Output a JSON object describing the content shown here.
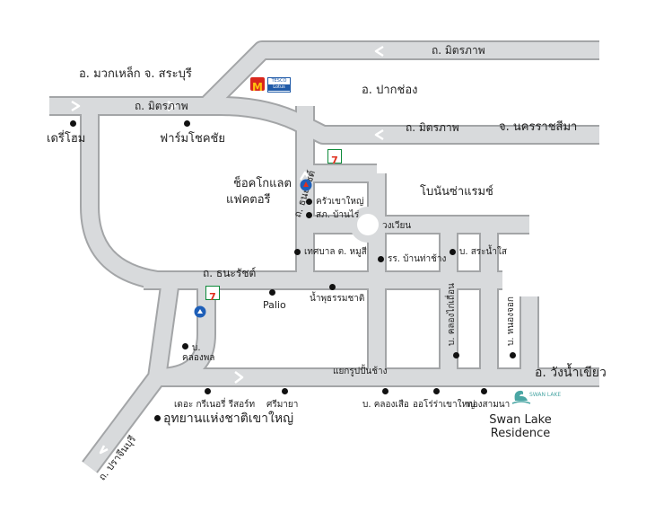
{
  "labels": {
    "mittraphap_top": "ถ. มิตรภาพ",
    "muak_lek": "อ. มวกเหล็ก จ. สระบุรี",
    "pak_chong": "อ. ปากช่อง",
    "mittraphap_left": "ถ. มิตรภาพ",
    "mittraphap_right": "ถ. มิตรภาพ",
    "nakhon_ratchasima": "จ. นครราชสีมา",
    "dairy_home": "เดรี่โฮม",
    "farm_chokchai": "ฟาร์มโชคชัย",
    "chocolate_factory_1": "ช็อคโกแลต",
    "chocolate_factory_2": "แฟคตอรี",
    "thanarat_diag": "ถ. ธนะรัชต์",
    "khrua_khao_yai": "ครัวเขาใหญ่",
    "sk_ban_rai": "สภ. บ้านไร่",
    "bonanza": "โบนันซ่าแรมช์",
    "roundabout": "วงเวียน",
    "tessaban_moosi": "เทศบาล ต. หมูสี",
    "school_ban_tha_chang": "รร. บ้านท่าช้าง",
    "ban_sa_nam_sai": "บ. สระน้ำใส",
    "thanarat_horiz": "ถ. ธนะรัชต์",
    "palio": "Palio",
    "nam_phu": "น้ำพุธรรมชาติ",
    "ban_khlong_phon_1": "บ.",
    "ban_khlong_phon_2": "คลองพล",
    "ban_khlong_kai": "บ. คลองไก่เถื่อน",
    "ban_nong_khok": "บ. หนองจอก",
    "yaek_ban_chang": "แยกรูปปั้นช้าง",
    "wang_nam_khiao": "อ. วังน้ำเขียว",
    "greenery_resort": "เดอะ กรีเนอรี่ รีสอร์ท",
    "sri_maya": "ศรีมายา",
    "ban_khlong_suea": "บ. คลองเสือ",
    "orchid_khao_yai": "ออโร่ร่าเขาใหญ่",
    "thong_sam_na": "ทองสามนา",
    "prachin_buri": "ถ. ปราจีนบุรี",
    "national_park": "อุทยานแห่งชาติเขาใหญ่",
    "swan_lake_1": "Swan Lake",
    "swan_lake_2": "Residence",
    "logo_mcd": "M",
    "logo_lotus_1": "TESCO",
    "logo_lotus_2": "Lotus",
    "logo_711": "7",
    "logo_swan_small": "SWAN LAKE"
  },
  "colors": {
    "road": "#d8dadc",
    "road_edge": "#9a9c9e",
    "arrow": "#ffffff",
    "dot": "#111111",
    "seven_green": "#0e8a3a",
    "seven_red": "#e0301e",
    "seven_orange": "#f58220",
    "mcd_red": "#d9261c",
    "mcd_yellow": "#ffc20e",
    "lotus_blue": "#1f5aa8",
    "ptt_blue": "#1e5fb8",
    "swan_teal": "#4aa6a4"
  },
  "icons": [
    "seven-eleven-icon",
    "mcdonalds-icon",
    "tesco-lotus-icon",
    "ptt-gas-station-icon",
    "bank-icon",
    "swan-lake-logo-icon"
  ]
}
